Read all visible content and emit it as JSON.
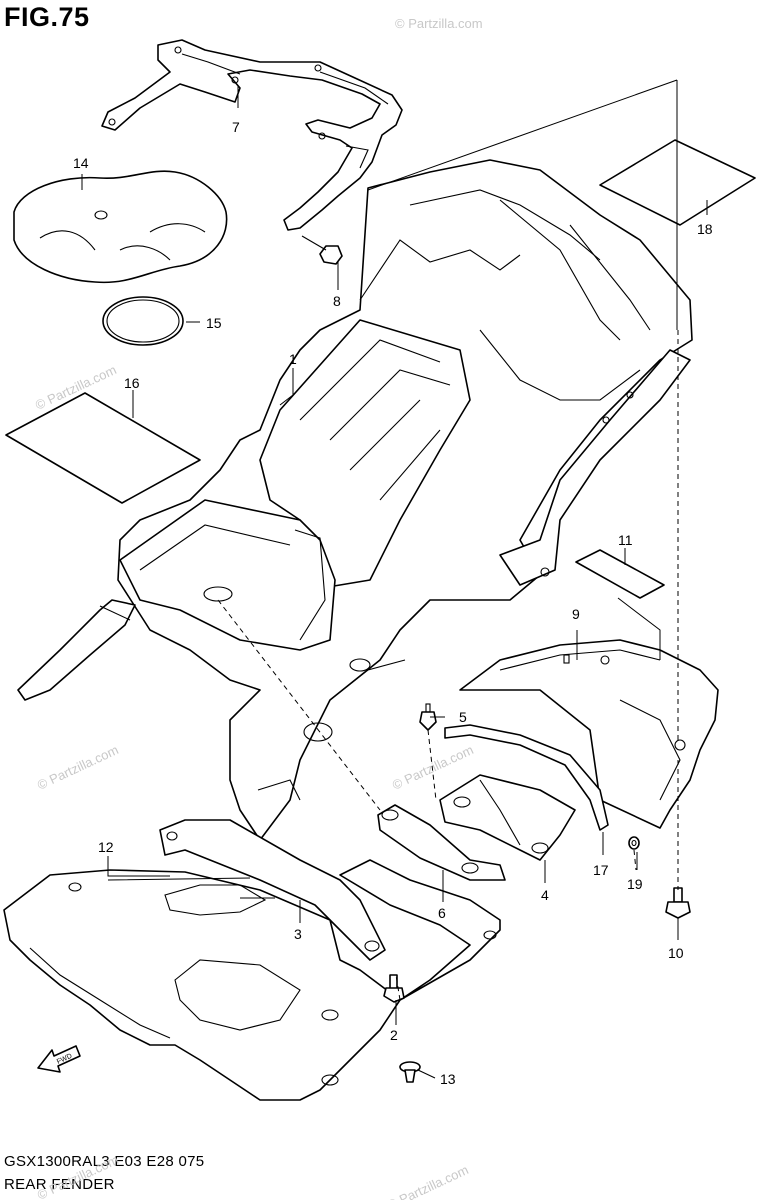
{
  "figure": {
    "title": "FIG.75",
    "model_code": "GSX1300RAL3  E03  E28  075",
    "name": "REAR FENDER"
  },
  "watermark": {
    "text": "© Partzilla.com"
  },
  "callouts": [
    "1",
    "2",
    "3",
    "4",
    "5",
    "6",
    "7",
    "8",
    "9",
    "10",
    "11",
    "12",
    "13",
    "14",
    "15",
    "16",
    "17",
    "18",
    "19"
  ],
  "fwd_label": "FWD"
}
